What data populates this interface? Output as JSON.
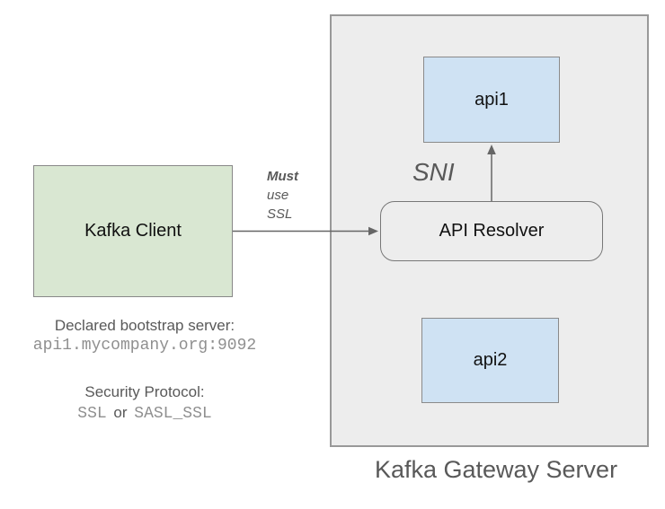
{
  "diagram": {
    "client_box": {
      "label": "Kafka Client"
    },
    "gateway": {
      "label": "Kafka Gateway Server",
      "resolver_label": "API Resolver",
      "api1_label": "api1",
      "api2_label": "api2"
    },
    "annotations": {
      "must_line1": "Must",
      "must_line2": "use",
      "must_line3": "SSL",
      "sni": "SNI"
    },
    "notes": {
      "bootstrap_title": "Declared bootstrap server:",
      "bootstrap_value": "api1.mycompany.org:9092",
      "security_title": "Security Protocol:",
      "security_option1": "SSL",
      "security_conjunction": "or",
      "security_option2": "SASL_SSL"
    },
    "colors": {
      "client_fill": "#d9e7d2",
      "api_fill": "#cfe2f3",
      "gateway_fill": "#ededed",
      "box_border_gray": "#8a8a8a",
      "gateway_border": "#999999",
      "arrow": "#666666",
      "gray_text": "#595959",
      "mono_text": "#8f8f8f"
    }
  }
}
